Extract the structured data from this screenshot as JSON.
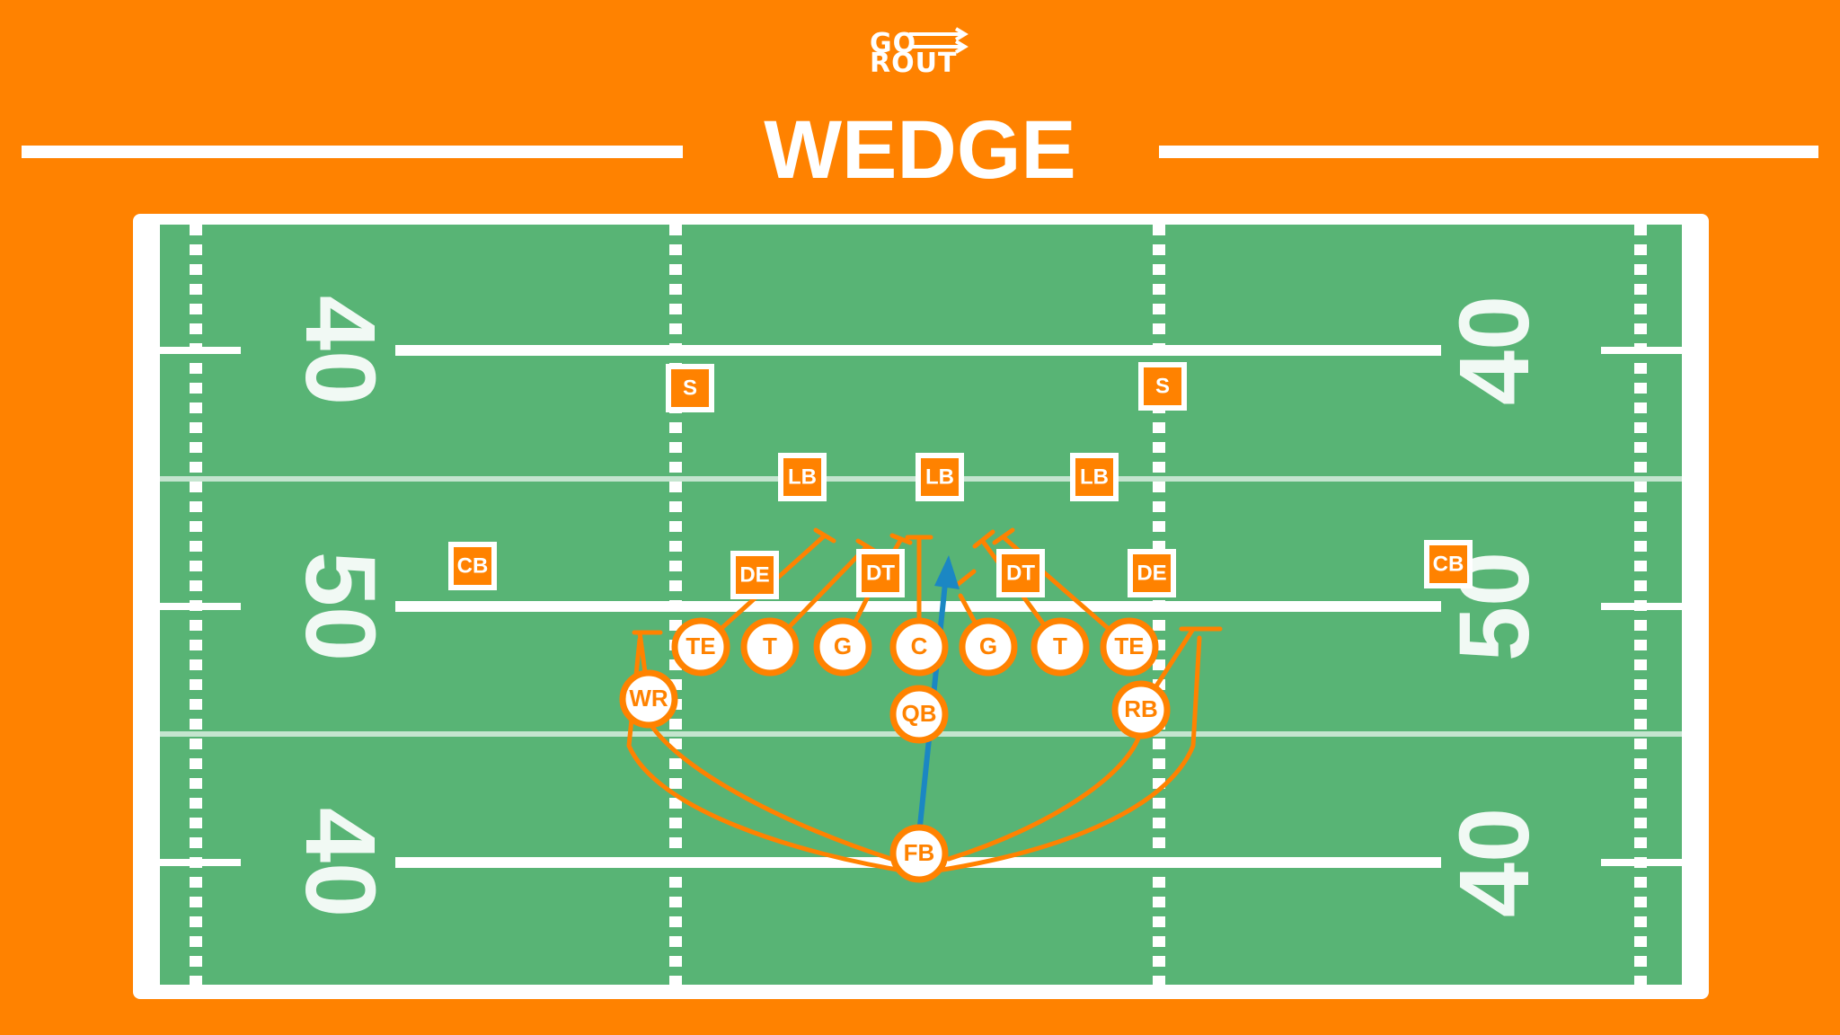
{
  "header": {
    "logo_line1": "GO",
    "logo_line2": "ROUT",
    "title": "WEDGE"
  },
  "colors": {
    "background": "#FF8200",
    "field": "#58B475",
    "lines": "#FFFFFF",
    "route": "#FF8200",
    "ball_carrier_route": "#1B87C3"
  },
  "field": {
    "yard_numbers": {
      "top": "40",
      "middle": "50",
      "bottom": "40"
    }
  },
  "offense": [
    {
      "label": "TE"
    },
    {
      "label": "T"
    },
    {
      "label": "G"
    },
    {
      "label": "C"
    },
    {
      "label": "G"
    },
    {
      "label": "T"
    },
    {
      "label": "TE"
    },
    {
      "label": "WR"
    },
    {
      "label": "QB"
    },
    {
      "label": "RB"
    },
    {
      "label": "FB"
    }
  ],
  "defense": [
    {
      "label": "S"
    },
    {
      "label": "S"
    },
    {
      "label": "LB"
    },
    {
      "label": "LB"
    },
    {
      "label": "LB"
    },
    {
      "label": "CB"
    },
    {
      "label": "DE"
    },
    {
      "label": "DT"
    },
    {
      "label": "DT"
    },
    {
      "label": "DE"
    },
    {
      "label": "CB"
    }
  ]
}
